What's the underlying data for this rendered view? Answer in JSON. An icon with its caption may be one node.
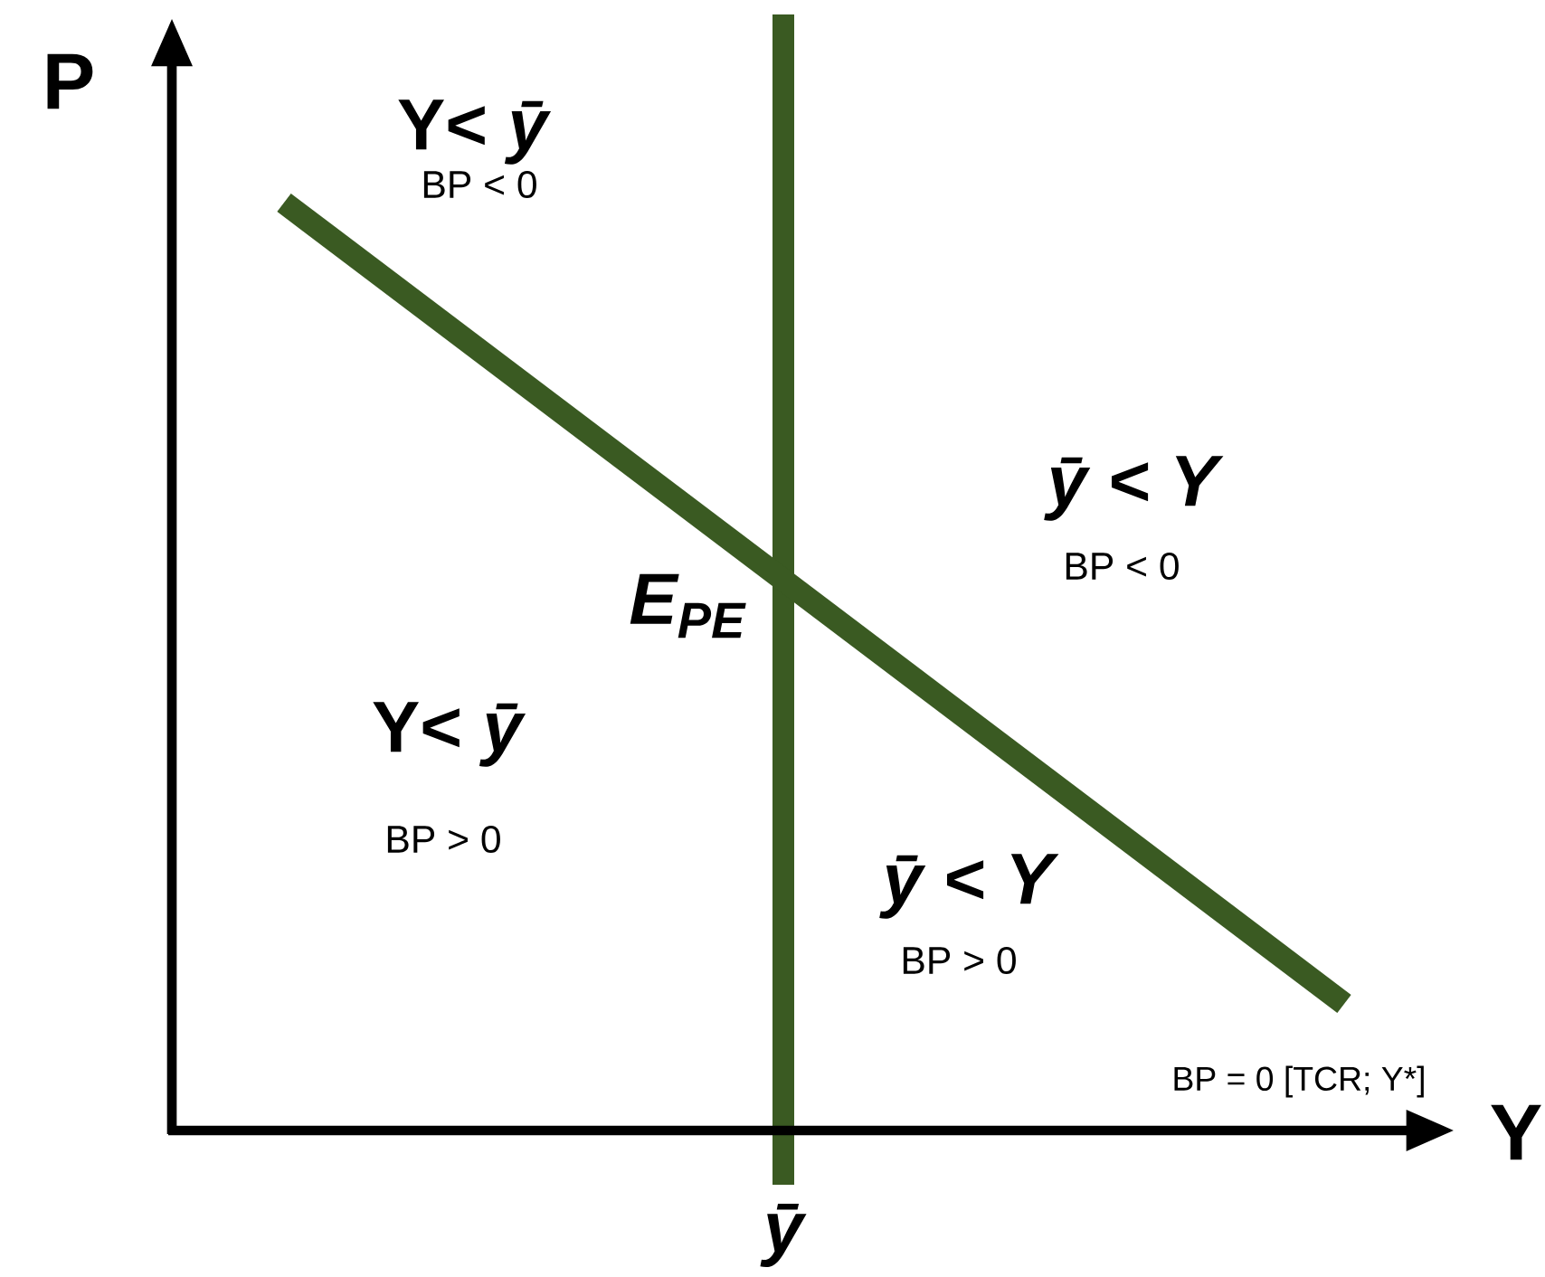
{
  "diagram": {
    "labels": [
      "P",
      "Y< *ȳ*",
      "BP < 0",
      "ȳ < Y",
      "BP < 0",
      "E$_{PE}$",
      "Y< *ȳ*",
      "BP > 0",
      "ȳ < Y",
      "BP > 0",
      "BP = 0 [TCR; Y*]",
      "Y",
      "ȳ"
    ]
  }
}
